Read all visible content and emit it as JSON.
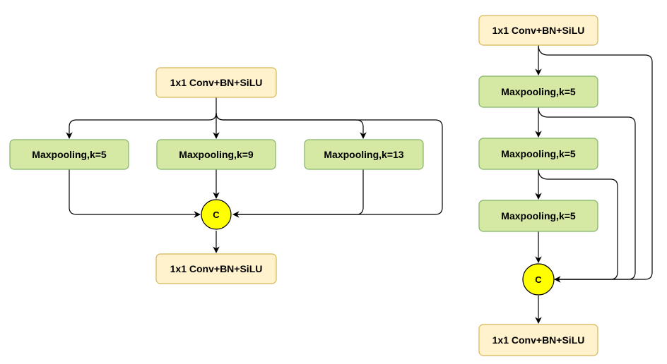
{
  "colors": {
    "conv_fill": "#fff2cc",
    "conv_stroke": "#d6b656",
    "pool_fill": "#d5e8a4",
    "pool_stroke": "#82b366",
    "concat_fill": "#ffff00",
    "concat_stroke": "#000000",
    "edge": "#000000"
  },
  "spp": {
    "conv_in": "1x1 Conv+BN+SiLU",
    "pool_a": "Maxpooling,k=5",
    "pool_b": "Maxpooling,k=9",
    "pool_c": "Maxpooling,k=13",
    "concat": "C",
    "conv_out": "1x1 Conv+BN+SiLU"
  },
  "sppf": {
    "conv_in": "1x1 Conv+BN+SiLU",
    "pool_a": "Maxpooling,k=5",
    "pool_b": "Maxpooling,k=5",
    "pool_c": "Maxpooling,k=5",
    "concat": "C",
    "conv_out": "1x1 Conv+BN+SiLU"
  }
}
